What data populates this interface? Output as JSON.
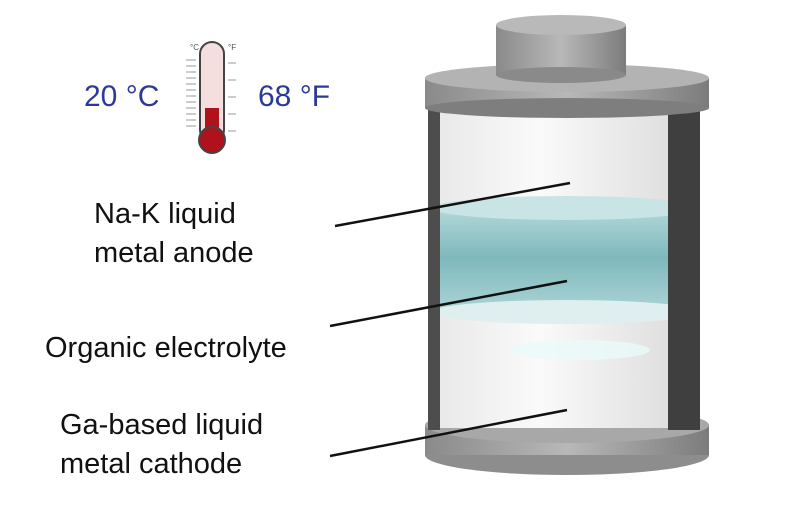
{
  "temperature": {
    "celsius": "20 °C",
    "fahrenheit": "68 °F",
    "unit_c": "°C",
    "unit_f": "°F"
  },
  "labels": {
    "anode": [
      "Na-K liquid",
      "metal anode"
    ],
    "electrolyte": "Organic electrolyte",
    "cathode": [
      "Ga-based liquid",
      "metal cathode"
    ]
  },
  "colors": {
    "temp_text": "#2b3a96",
    "thermo_red": "#b0121c",
    "electrolyte": "#8fc3c6",
    "casing": "#9a9a9a"
  }
}
